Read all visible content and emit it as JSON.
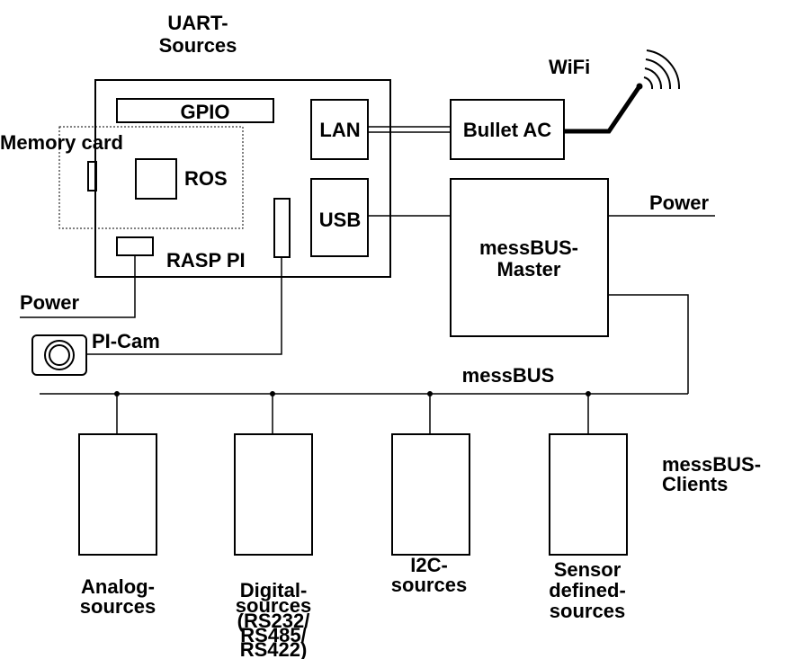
{
  "labels": {
    "uart_line1": "UART-",
    "uart_line2": "Sources",
    "gpio": "GPIO",
    "memory_card": "Memory card",
    "ros": "ROS",
    "rasp_pi": "RASP PI",
    "lan": "LAN",
    "usb": "USB",
    "bullet_ac": "Bullet AC",
    "wifi": "WiFi",
    "power_master": "Power",
    "power_pi": "Power",
    "master_line1": "messBUS-",
    "master_line2": "Master",
    "pi_cam": "PI-Cam",
    "bus": "messBUS",
    "clients_line1": "messBUS-",
    "clients_line2": "Clients"
  },
  "clients": [
    {
      "lines": [
        "Analog-",
        "sources"
      ]
    },
    {
      "lines": [
        "Digital-",
        "sources",
        "(RS232/",
        "RS485/",
        "RS422)"
      ]
    },
    {
      "lines": [
        "I2C-",
        "sources"
      ]
    },
    {
      "lines": [
        "Sensor",
        "defined-",
        "sources"
      ]
    }
  ]
}
